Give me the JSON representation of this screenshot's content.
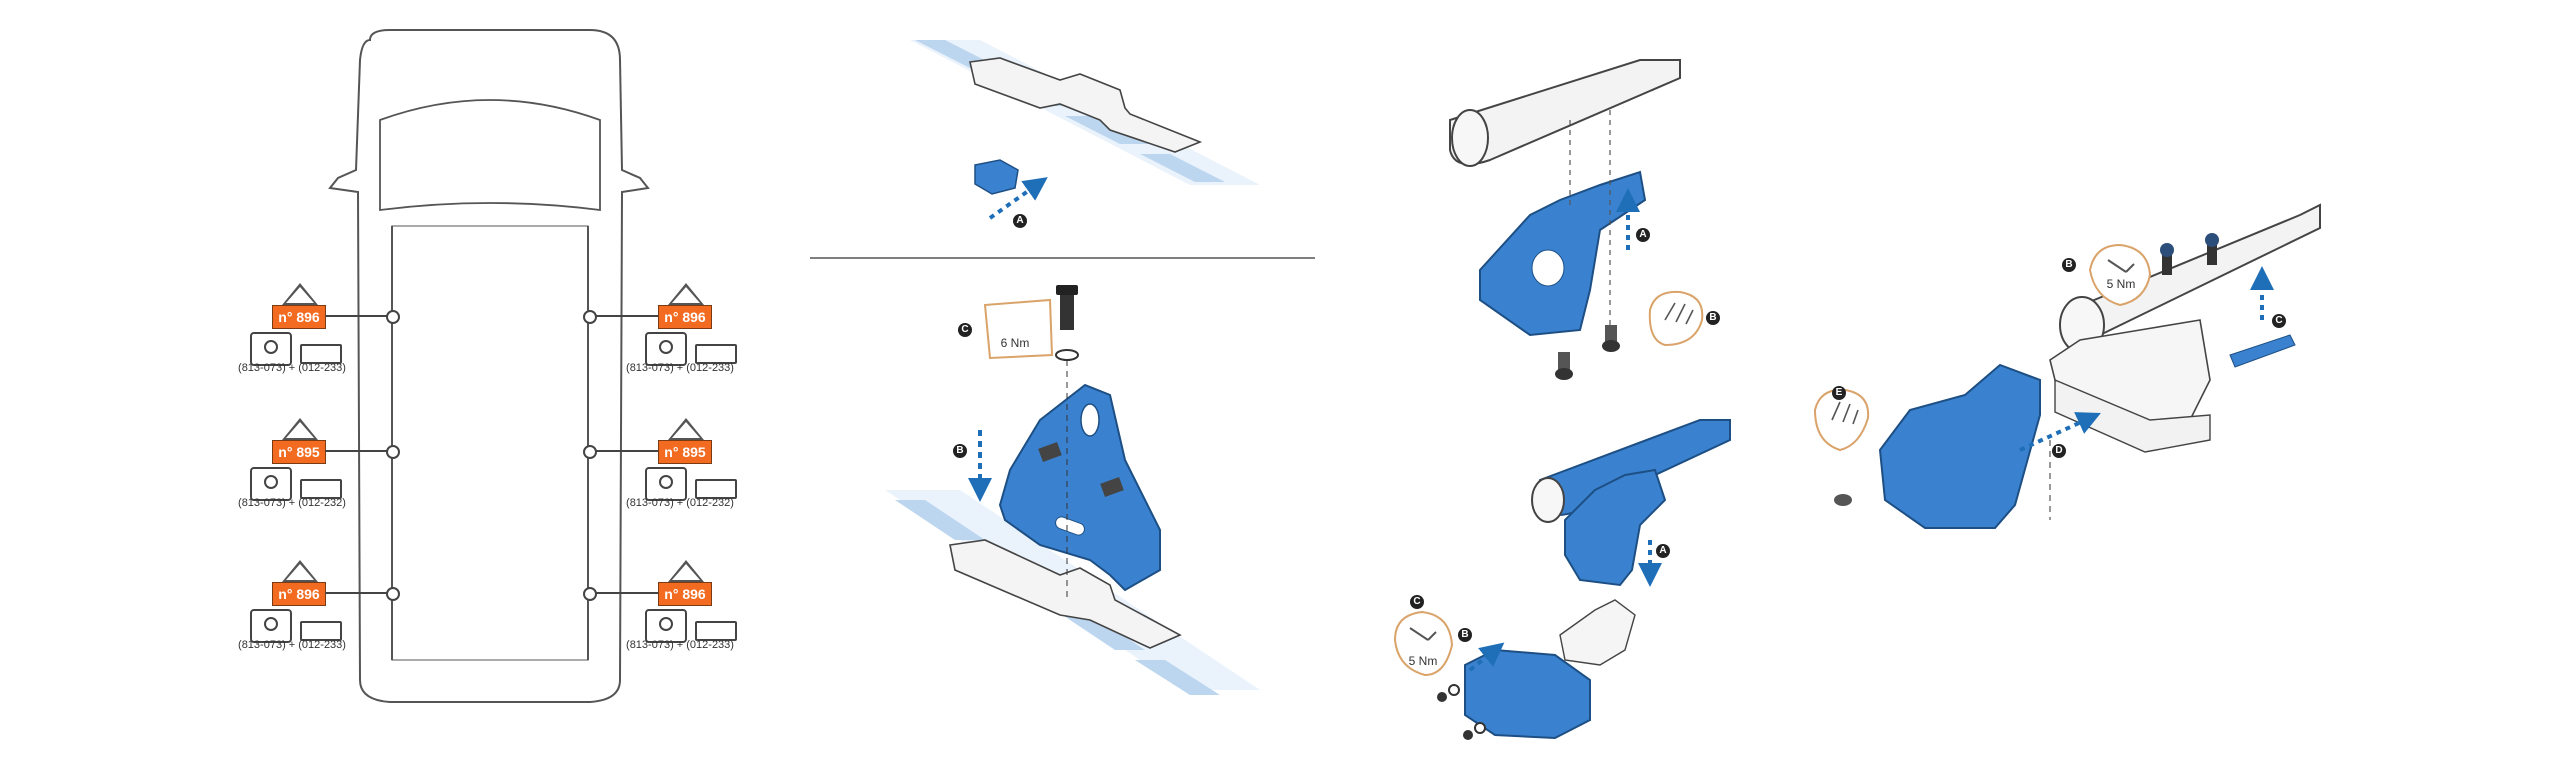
{
  "car": {
    "rows": [
      {
        "left": {
          "badge": "n° 896",
          "code": "(813-073) + (012-233)"
        },
        "right": {
          "badge": "n° 896",
          "code": "(813-073) + (012-233)"
        }
      },
      {
        "left": {
          "badge": "n° 895",
          "code": "(813-073) + (012-232)"
        },
        "right": {
          "badge": "n° 895",
          "code": "(813-073) + (012-232)"
        }
      },
      {
        "left": {
          "badge": "n° 896",
          "code": "(813-073) + (012-233)"
        },
        "right": {
          "badge": "n° 896",
          "code": "(813-073) + (012-233)"
        }
      }
    ],
    "badge_color": "#f26b21"
  },
  "step_markers": {
    "a": "A",
    "b": "B",
    "c": "C",
    "d": "D",
    "e": "E"
  },
  "torques": {
    "panel2_bolt": "6 Nm",
    "panel3_nut": "5 Nm",
    "panel4_nut": "5 Nm"
  },
  "colors": {
    "part_blue": "#3a82cf",
    "arrow_blue": "#1f6fb8",
    "stripe_blue": "#bcd6ef",
    "callout_tan": "#d9a36a"
  },
  "icons": [
    "wrench-icon",
    "hand-tighten-icon",
    "allen-key-icon",
    "arrow-icon"
  ]
}
